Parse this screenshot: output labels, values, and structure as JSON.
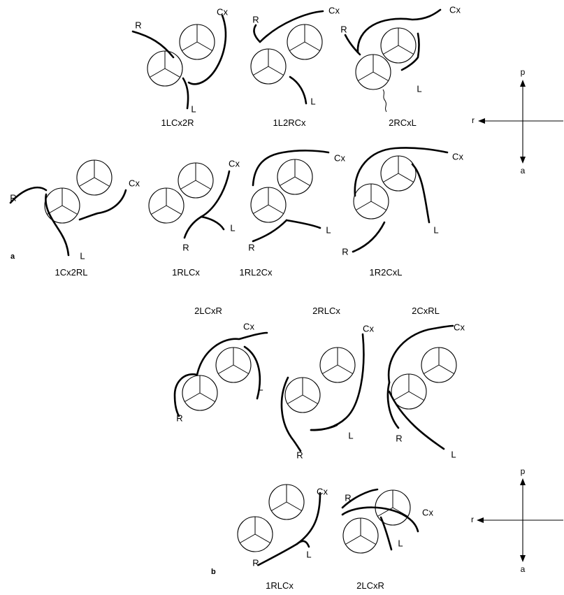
{
  "panels": {
    "a": "a",
    "b": "b"
  },
  "labels": {
    "R": "R",
    "L": "L",
    "Cx": "Cx"
  },
  "directions": {
    "posterior": "p",
    "anterior": "a",
    "right": "r"
  },
  "captions": {
    "a1": "1LCx2R",
    "a2": "1L2RCx",
    "a3": "2RCxL",
    "a4": "1Cx2RL",
    "a5": "1RLCx",
    "a6": "1RL2Cx",
    "a7": "1R2CxL",
    "b1": "2LCxR",
    "b2": "2RLCx",
    "b3": "2CxRL",
    "b4": "1RLCx",
    "b5": "2LCxR"
  }
}
